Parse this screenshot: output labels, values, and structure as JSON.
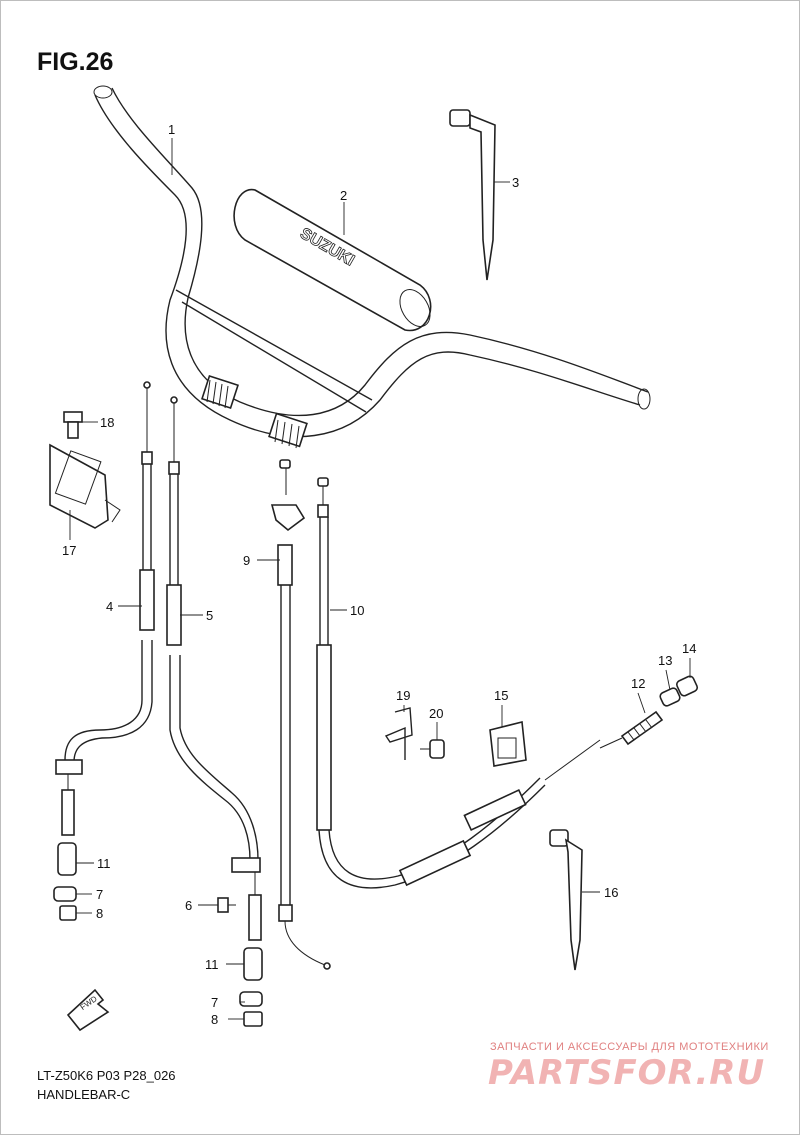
{
  "figure": {
    "title": "FIG.26",
    "model_code": "LT-Z50K6 P03 P28_026",
    "section_name": "HANDLEBAR-C"
  },
  "pad_brand": "SUZUKI",
  "fwd_label": "FWD",
  "callouts": [
    {
      "id": "c1",
      "label": "1"
    },
    {
      "id": "c2",
      "label": "2"
    },
    {
      "id": "c3",
      "label": "3"
    },
    {
      "id": "c4",
      "label": "4"
    },
    {
      "id": "c5",
      "label": "5"
    },
    {
      "id": "c6",
      "label": "6"
    },
    {
      "id": "c7a",
      "label": "7"
    },
    {
      "id": "c7b",
      "label": "7"
    },
    {
      "id": "c8a",
      "label": "8"
    },
    {
      "id": "c8b",
      "label": "8"
    },
    {
      "id": "c9",
      "label": "9"
    },
    {
      "id": "c10",
      "label": "10"
    },
    {
      "id": "c11a",
      "label": "11"
    },
    {
      "id": "c11b",
      "label": "11"
    },
    {
      "id": "c12",
      "label": "12"
    },
    {
      "id": "c13",
      "label": "13"
    },
    {
      "id": "c14",
      "label": "14"
    },
    {
      "id": "c15",
      "label": "15"
    },
    {
      "id": "c16",
      "label": "16"
    },
    {
      "id": "c17",
      "label": "17"
    },
    {
      "id": "c18",
      "label": "18"
    },
    {
      "id": "c19",
      "label": "19"
    },
    {
      "id": "c20",
      "label": "20"
    }
  ],
  "watermark": {
    "caption": "ЗАПЧАСТИ И АКСЕССУАРЫ ДЛЯ МОТОТЕХНИКИ",
    "logo": "PARTSFOR.RU"
  }
}
